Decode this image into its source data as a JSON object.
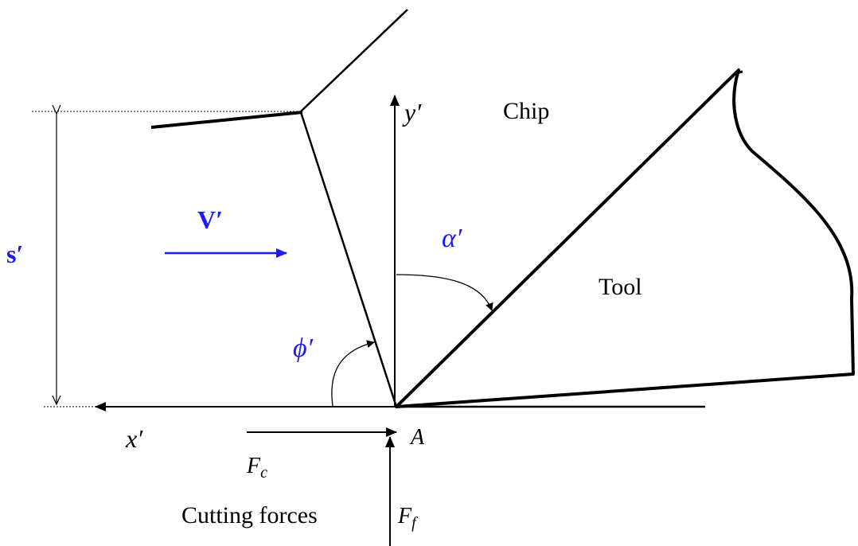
{
  "labels": {
    "chip": "Chip",
    "tool": "Tool",
    "y_axis": "y′",
    "x_axis": "x′",
    "point_a": "A",
    "velocity": "V′",
    "thickness": "s′",
    "rake_angle": "α′",
    "shear_angle": "ϕ′",
    "cutting_force_main": "F",
    "cutting_force_sub": "c",
    "feed_force_main": "F",
    "feed_force_sub": "f",
    "cutting_forces": "Cutting forces"
  },
  "colors": {
    "accent": "#1a1aff",
    "line": "#000000"
  }
}
